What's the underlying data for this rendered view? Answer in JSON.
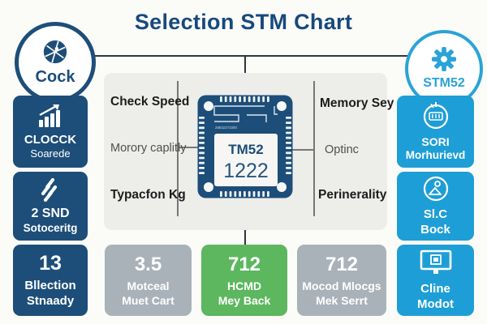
{
  "title": "Selection STM Chart",
  "top": {
    "left_node": {
      "label": "Cock",
      "icon": "aperture-icon"
    },
    "right_node": {
      "label": "STM52",
      "icon": "gear-icon"
    }
  },
  "panel": {
    "left_labels": [
      {
        "text": "Check Speed"
      },
      {
        "text": "Morory caplitly"
      },
      {
        "text": "Typacfon Kg"
      }
    ],
    "right_labels": [
      {
        "text": "Memory Sey"
      },
      {
        "text": "Optinc"
      },
      {
        "text": "Perinerality"
      }
    ]
  },
  "chip": {
    "line1": "TM52",
    "line2": "1222",
    "micro_text": "28832273300"
  },
  "left_column": [
    {
      "icon": "growth-chart-icon",
      "line1": "CLOCCK",
      "line2": "Soarede"
    },
    {
      "icon": "diagonal-bars-icon",
      "line1": "2 SND",
      "line2": "Sotoceritg"
    },
    {
      "value": "13",
      "line1": "Bllection",
      "line2": "Stnaady"
    }
  ],
  "right_column": [
    {
      "icon": "chip-circle-icon",
      "line1": "SORI",
      "line2": "Morhurievd"
    },
    {
      "icon": "person-circle-icon",
      "line1": "Sl.C",
      "line2": "Bock"
    },
    {
      "icon": "monitor-icon",
      "line1": "Cline",
      "line2": "Modot"
    }
  ],
  "bottom_row": [
    {
      "value": "3.5",
      "line1": "Motceal",
      "line2": "Muet Cart",
      "color": "#a9b2b9"
    },
    {
      "value": "712",
      "line1": "HCMD",
      "line2": "Mey Back",
      "color": "#5cb75f"
    },
    {
      "value": "712",
      "line1": "Mocod Mlocgs",
      "line2": "Mek Serrt",
      "color": "#a9b2b9"
    }
  ],
  "colors": {
    "navy": "#1d4e79",
    "light_blue": "#1e9ed6",
    "green": "#5cb75f",
    "gray": "#a9b2b9",
    "title_navy": "#17497c",
    "panel_bg": "#ededea"
  }
}
